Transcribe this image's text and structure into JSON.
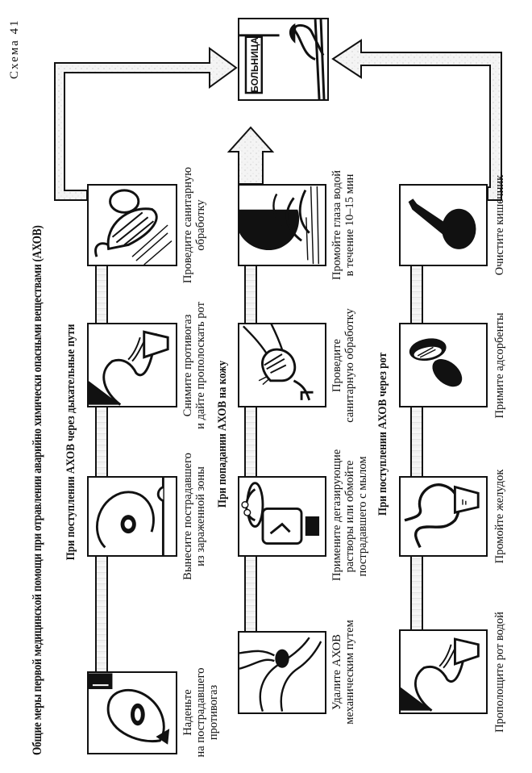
{
  "scheme_label": "Схема 41",
  "title": "Общие меры первой медицинской помощи при отравлении аварийно химически опасными веществами (АХОВ)",
  "sections": [
    {
      "id": "respiratory",
      "heading": "При поступлении АХОВ через дыхательные пути",
      "steps": [
        {
          "icon": "gas-mask-icon",
          "caption_lines": [
            "Наденьте",
            "на пострадавшего",
            "противогаз"
          ]
        },
        {
          "icon": "carry-victim-icon",
          "caption_lines": [
            "Вынесите пострадавшего",
            "из зараженной зоны"
          ]
        },
        {
          "icon": "rinse-mouth-icon",
          "caption_lines": [
            "Снимите противогаз",
            "и дайте прополоскать рот"
          ]
        },
        {
          "icon": "shower-icon",
          "caption_lines": [
            "Проведите санитарную",
            "обработку"
          ]
        }
      ]
    },
    {
      "id": "skin",
      "heading": "При попадании АХОВ на кожу",
      "steps": [
        {
          "icon": "wipe-skin-icon",
          "caption_lines": [
            "Удалите АХОВ",
            "механическим путем"
          ]
        },
        {
          "icon": "bottle-soap-icon",
          "caption_lines": [
            "Примените дегазирующие",
            "растворы или обмойте",
            "пострадавшего с мылом"
          ]
        },
        {
          "icon": "wash-hands-icon",
          "caption_lines": [
            "Проведите",
            "санитарную обработку"
          ]
        },
        {
          "icon": "wash-eyes-icon",
          "caption_lines": [
            "Промойте глаза водой",
            "в течение 10–15 мин"
          ]
        }
      ]
    },
    {
      "id": "oral",
      "heading": "При поступлении АХОВ через рот",
      "steps": [
        {
          "icon": "rinse-mouth-water-icon",
          "caption_lines": [
            "Прополощите рот водой"
          ]
        },
        {
          "icon": "stomach-glass-icon",
          "caption_lines": [
            "Промойте желудок"
          ]
        },
        {
          "icon": "adsorbent-tablets-icon",
          "caption_lines": [
            "Примите адсорбенты"
          ]
        },
        {
          "icon": "enema-bulb-icon",
          "caption_lines": [
            "Очистите кишечник"
          ]
        }
      ]
    }
  ],
  "destination": {
    "icon": "hospital-icon",
    "sign_text": "БОЛЬНИЦА"
  }
}
